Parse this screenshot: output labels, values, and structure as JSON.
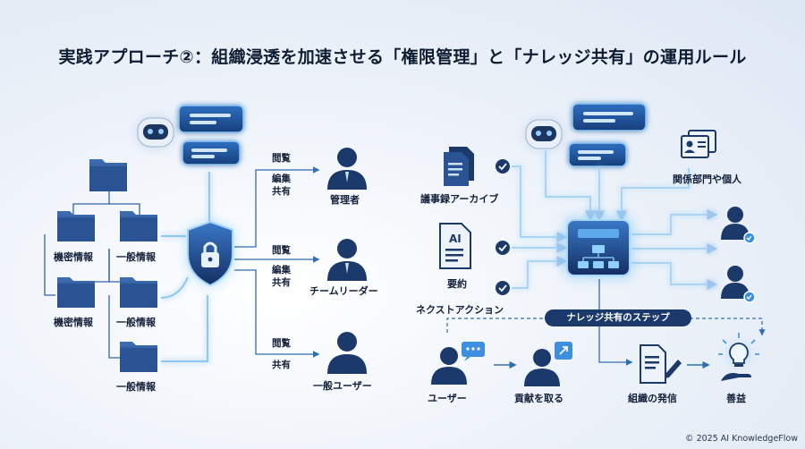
{
  "title": "実践アプローチ②：組織浸透を加速させる「権限管理」と「ナレッジ共有」の運用ルール",
  "left": {
    "folders": [
      {
        "label": "機密情報"
      },
      {
        "label": "一般情報"
      },
      {
        "label": "機密情報"
      },
      {
        "label": "一般情報"
      },
      {
        "label": "一般情報"
      }
    ],
    "roles": [
      {
        "label": "管理者",
        "permissions": [
          "閲覧",
          "編集",
          "共有"
        ]
      },
      {
        "label": "チームリーダー",
        "permissions": [
          "閲覧",
          "編集",
          "共有"
        ]
      },
      {
        "label": "一般ユーザー",
        "permissions": [
          "閲覧",
          "共有"
        ]
      }
    ]
  },
  "right": {
    "sources": [
      {
        "label": "議事録アーカイブ"
      },
      {
        "label": "要約"
      },
      {
        "label": "ネクストアクション"
      }
    ],
    "targets_label": "関係部門や個人",
    "steps_title": "ナレッジ共有のステップ",
    "steps": [
      {
        "label": "ユーザー"
      },
      {
        "label": "貢献を取る"
      },
      {
        "label": "組織の発信"
      },
      {
        "label": "善益"
      }
    ]
  },
  "footer": {
    "copyright": "© 2025 AI KnowledgeFlow"
  },
  "colors": {
    "navy": "#1b3a6b",
    "glow": "#7cc4f5",
    "accent": "#3d8fe0"
  },
  "icons": [
    "robot-icon",
    "chat-bubble-icon",
    "folder-icon",
    "shield-lock-icon",
    "person-icon",
    "document-icon",
    "check-icon",
    "hub-icon",
    "contact-card-icon",
    "lightbulb-icon"
  ]
}
